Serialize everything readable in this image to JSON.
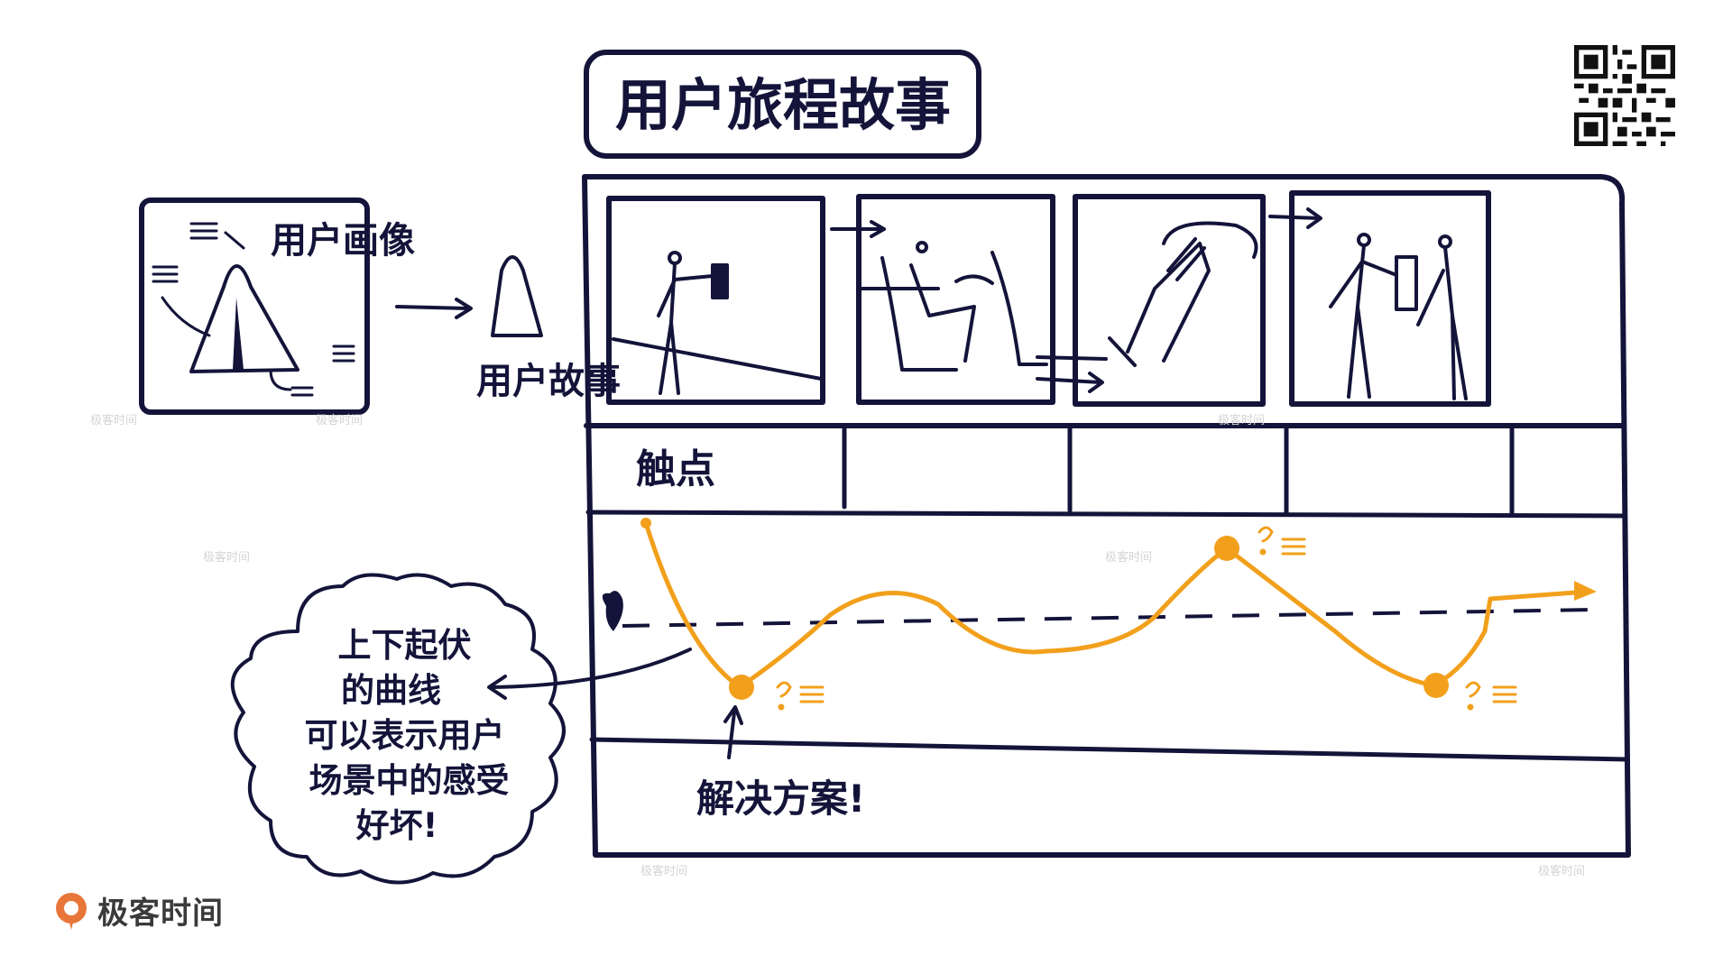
{
  "title": "用户旅程故事",
  "persona_label": "用户画像",
  "story_label": "用户故事",
  "touchpoint_label": "触点",
  "annotation_bubble": [
    "上下起伏",
    "的曲线",
    "可以表示用户",
    "场景中的感受",
    "好坏!"
  ],
  "solution_label": "解决方案!",
  "brand": "极客时间",
  "watermark": "极客时间",
  "colors": {
    "ink": "#14143a",
    "curve": "#f2a01c",
    "brand_orange": "#e8763a"
  }
}
